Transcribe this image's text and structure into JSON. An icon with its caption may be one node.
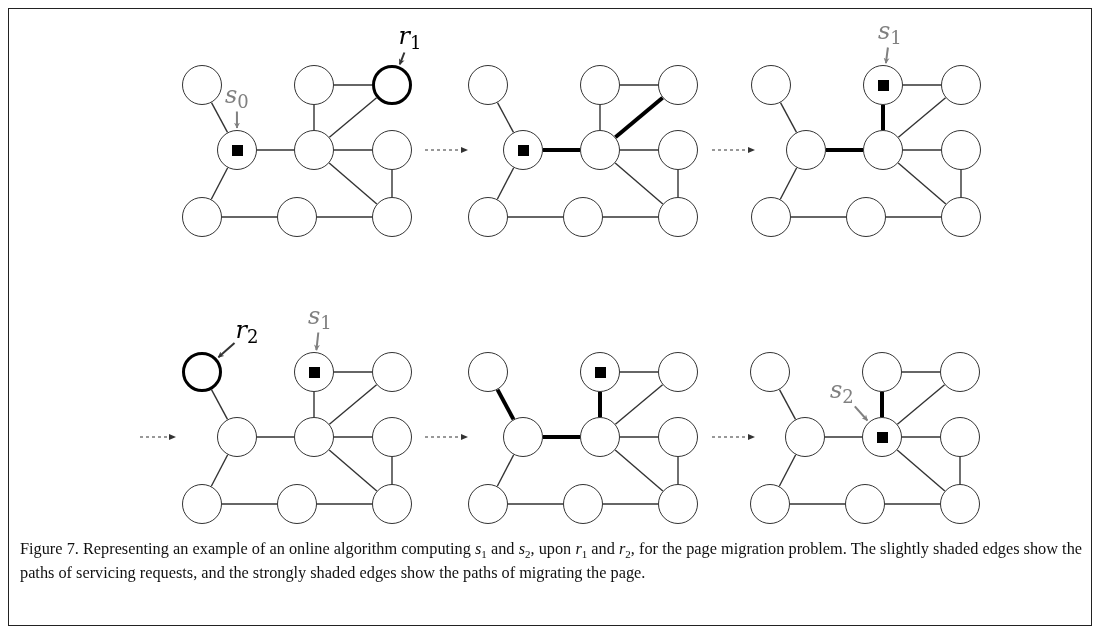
{
  "diagram": {
    "caption": "Figure 7. Representing an example of an online algorithm computing *s*$_{1}$ and *s*$_{2}$, upon *r*$_{1}$ and *r*$_{2}$, for the page migration problem. The slightly shaded edges show the paths of servicing requests, and the strongly shaded edges show the paths of migrating the page.",
    "nodes": [
      {
        "text": [
          "r$_{1}$"
        ]
      },
      {
        "text": [
          "s$_{0}$"
        ]
      },
      {
        "text": [],
        "shape": "circle"
      },
      {
        "text": [],
        "shape": "circle"
      },
      {
        "text": [],
        "shape": "circle"
      },
      {
        "text": [],
        "shape": "circle"
      },
      {
        "text": [],
        "shape": "box",
        "in": 5
      },
      {
        "text": [],
        "shape": "circle"
      },
      {
        "text": [],
        "shape": "circle"
      },
      {
        "text": [],
        "shape": "circle"
      },
      {
        "text": [],
        "shape": "circle"
      },
      {
        "text": [],
        "shape": "circle"
      },
      {
        "text": [],
        "shape": "circle"
      },
      {
        "text": [],
        "shape": "circle"
      },
      {
        "text": [],
        "shape": "circle"
      },
      {
        "text": [],
        "shape": "circle"
      },
      {
        "text": [],
        "shape": "box",
        "in": 15
      },
      {
        "text": [],
        "shape": "circle"
      },
      {
        "text": [],
        "shape": "circle"
      },
      {
        "text": [],
        "shape": "circle"
      },
      {
        "text": [],
        "shape": "circle"
      },
      {
        "text": [],
        "shape": "circle"
      },
      {
        "text": [
          "s$_{1}$"
        ]
      },
      {
        "text": [],
        "shape": "circle"
      },
      {
        "text": [],
        "shape": "circle"
      },
      {
        "text": [],
        "shape": "box",
        "in": 24
      },
      {
        "text": [],
        "shape": "circle"
      },
      {
        "text": [],
        "shape": "circle"
      },
      {
        "text": [],
        "shape": "circle"
      },
      {
        "text": [],
        "shape": "circle"
      },
      {
        "text": [],
        "shape": "circle"
      },
      {
        "text": [],
        "shape": "circle"
      },
      {
        "text": [],
        "shape": "circle"
      },
      {
        "text": [
          "r$_{2}$"
        ]
      },
      {
        "text": [
          "s$_{1}$"
        ]
      },
      {
        "text": [],
        "shape": "circle"
      },
      {
        "text": [],
        "shape": "circle"
      },
      {
        "text": [],
        "shape": "box",
        "in": 36
      },
      {
        "text": [],
        "shape": "circle"
      },
      {
        "text": [],
        "shape": "circle"
      },
      {
        "text": [],
        "shape": "circle"
      },
      {
        "text": [],
        "shape": "circle"
      },
      {
        "text": [],
        "shape": "circle"
      },
      {
        "text": [],
        "shape": "circle"
      },
      {
        "text": [],
        "shape": "circle"
      },
      {
        "text": [],
        "shape": "circle"
      },
      {
        "text": [],
        "shape": "circle"
      },
      {
        "text": [],
        "shape": "box",
        "in": 46
      },
      {
        "text": [],
        "shape": "circle"
      },
      {
        "text": [],
        "shape": "circle"
      },
      {
        "text": [],
        "shape": "circle"
      },
      {
        "text": [],
        "shape": "circle"
      },
      {
        "text": [],
        "shape": "circle"
      },
      {
        "text": [],
        "shape": "circle"
      },
      {
        "text": [],
        "shape": "circle"
      },
      {
        "text": [
          "s$_{2}$"
        ]
      },
      {
        "text": [],
        "shape": "circle"
      },
      {
        "text": [],
        "shape": "circle"
      },
      {
        "text": [],
        "shape": "circle"
      },
      {
        "text": [],
        "shape": "circle"
      },
      {
        "text": [],
        "shape": "circle"
      },
      {
        "text": [],
        "shape": "box",
        "in": 60
      },
      {
        "text": [],
        "shape": "circle"
      },
      {
        "text": [],
        "shape": "circle"
      },
      {
        "text": [],
        "shape": "circle"
      },
      {
        "text": [],
        "shape": "circle"
      }
    ],
    "edges": [
      {
        "from": 2,
        "to": 5,
        "arrow": "none"
      },
      {
        "from": 5,
        "to": 7,
        "arrow": "none"
      },
      {
        "from": 5,
        "to": 9,
        "arrow": "none"
      },
      {
        "from": 3,
        "to": 7,
        "arrow": "none"
      },
      {
        "from": 3,
        "to": 4,
        "arrow": "none"
      },
      {
        "from": 4,
        "to": 7,
        "arrow": "none"
      },
      {
        "from": 7,
        "to": 8,
        "arrow": "none"
      },
      {
        "from": 7,
        "to": 11,
        "arrow": "none"
      },
      {
        "from": 8,
        "to": 11,
        "arrow": "none"
      },
      {
        "from": 9,
        "to": 10,
        "arrow": "none"
      },
      {
        "from": 10,
        "to": 11,
        "arrow": "none"
      },
      {
        "from": 12,
        "to": 15,
        "arrow": "none"
      },
      {
        "from": 15,
        "to": 17,
        "arrow": "none",
        "style": "thick"
      },
      {
        "from": 15,
        "to": 19,
        "arrow": "none"
      },
      {
        "from": 13,
        "to": 17,
        "arrow": "none"
      },
      {
        "from": 13,
        "to": 14,
        "arrow": "none"
      },
      {
        "from": 14,
        "to": 17,
        "arrow": "none",
        "style": "thick"
      },
      {
        "from": 17,
        "to": 18,
        "arrow": "none"
      },
      {
        "from": 17,
        "to": 21,
        "arrow": "none"
      },
      {
        "from": 18,
        "to": 21,
        "arrow": "none"
      },
      {
        "from": 19,
        "to": 20,
        "arrow": "none"
      },
      {
        "from": 20,
        "to": 21,
        "arrow": "none"
      },
      {
        "from": 23,
        "to": 27,
        "arrow": "none"
      },
      {
        "from": 27,
        "to": 28,
        "arrow": "none",
        "style": "thick"
      },
      {
        "from": 27,
        "to": 30,
        "arrow": "none"
      },
      {
        "from": 24,
        "to": 28,
        "arrow": "none",
        "style": "thick"
      },
      {
        "from": 24,
        "to": 26,
        "arrow": "none"
      },
      {
        "from": 26,
        "to": 28,
        "arrow": "none"
      },
      {
        "from": 28,
        "to": 29,
        "arrow": "none"
      },
      {
        "from": 28,
        "to": 32,
        "arrow": "none"
      },
      {
        "from": 29,
        "to": 32,
        "arrow": "none"
      },
      {
        "from": 30,
        "to": 31,
        "arrow": "none"
      },
      {
        "from": 31,
        "to": 32,
        "arrow": "none"
      },
      {
        "from": 35,
        "to": 39,
        "arrow": "none"
      },
      {
        "from": 39,
        "to": 40,
        "arrow": "none"
      },
      {
        "from": 39,
        "to": 42,
        "arrow": "none"
      },
      {
        "from": 36,
        "to": 40,
        "arrow": "none"
      },
      {
        "from": 36,
        "to": 38,
        "arrow": "none"
      },
      {
        "from": 38,
        "to": 40,
        "arrow": "none"
      },
      {
        "from": 40,
        "to": 41,
        "arrow": "none"
      },
      {
        "from": 40,
        "to": 44,
        "arrow": "none"
      },
      {
        "from": 41,
        "to": 44,
        "arrow": "none"
      },
      {
        "from": 42,
        "to": 43,
        "arrow": "none"
      },
      {
        "from": 43,
        "to": 44,
        "arrow": "none"
      },
      {
        "from": 45,
        "to": 49,
        "arrow": "none",
        "style": "thick"
      },
      {
        "from": 49,
        "to": 50,
        "arrow": "none",
        "style": "thick"
      },
      {
        "from": 49,
        "to": 52,
        "arrow": "none"
      },
      {
        "from": 46,
        "to": 50,
        "arrow": "none",
        "style": "thick"
      },
      {
        "from": 46,
        "to": 48,
        "arrow": "none"
      },
      {
        "from": 48,
        "to": 50,
        "arrow": "none"
      },
      {
        "from": 50,
        "to": 51,
        "arrow": "none"
      },
      {
        "from": 50,
        "to": 54,
        "arrow": "none"
      },
      {
        "from": 51,
        "to": 54,
        "arrow": "none"
      },
      {
        "from": 52,
        "to": 53,
        "arrow": "none"
      },
      {
        "from": 53,
        "to": 54,
        "arrow": "none"
      },
      {
        "from": 56,
        "to": 59,
        "arrow": "none"
      },
      {
        "from": 59,
        "to": 60,
        "arrow": "none"
      },
      {
        "from": 59,
        "to": 63,
        "arrow": "none"
      },
      {
        "from": 57,
        "to": 60,
        "arrow": "none",
        "style": "thick"
      },
      {
        "from": 57,
        "to": 58,
        "arrow": "none"
      },
      {
        "from": 58,
        "to": 60,
        "arrow": "none"
      },
      {
        "from": 60,
        "to": 62,
        "arrow": "none"
      },
      {
        "from": 60,
        "to": 65,
        "arrow": "none"
      },
      {
        "from": 62,
        "to": 65,
        "arrow": "none"
      },
      {
        "from": 63,
        "to": 64,
        "arrow": "none"
      },
      {
        "from": 64,
        "to": 65,
        "arrow": "none"
      },
      {
        "from": 0,
        "to": 4,
        "arrow": "to"
      },
      {
        "from": 1,
        "to": 5,
        "arrow": "to",
        "color": "#808080"
      },
      {
        "from": 22,
        "to": 24,
        "arrow": "to",
        "color": "#808080"
      },
      {
        "from": 33,
        "to": 35,
        "arrow": "to"
      },
      {
        "from": 34,
        "to": 36,
        "arrow": "to",
        "color": "#808080"
      },
      {
        "from": 55,
        "to": 60,
        "arrow": "to",
        "color": "#808080"
      }
    ]
  }
}
